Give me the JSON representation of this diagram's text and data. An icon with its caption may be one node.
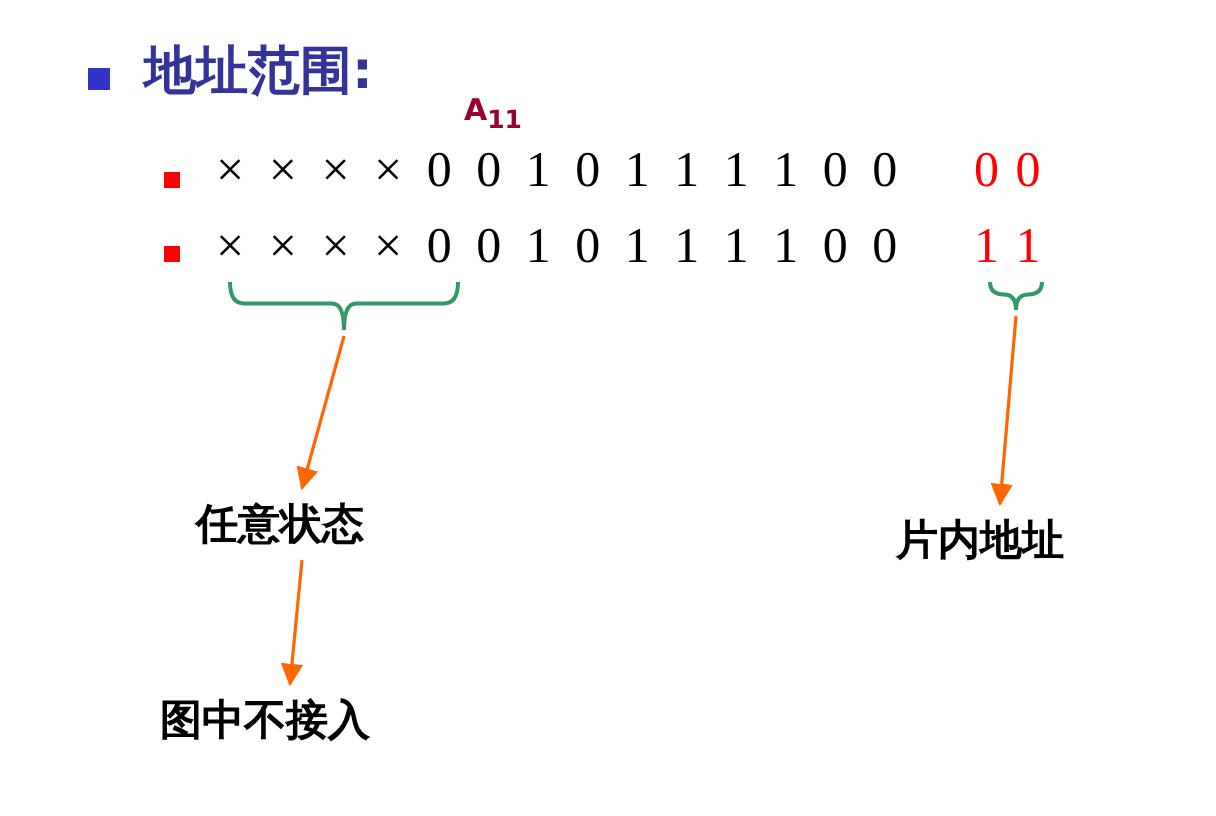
{
  "diagram": {
    "nodes": [
      {
        "text": [],
        "shape": "brace"
      },
      {
        "text": [
          "任意状态"
        ]
      },
      {
        "text": [
          "图中不接入"
        ]
      },
      {
        "text": [],
        "shape": "brace"
      },
      {
        "text": [
          "片内地址"
        ]
      }
    ],
    "edges": [
      {
        "from": 0,
        "to": 1,
        "arrow": "to"
      },
      {
        "from": 1,
        "to": 2,
        "arrow": "to"
      },
      {
        "from": 3,
        "to": 4,
        "arrow": "to"
      }
    ],
    "labels": [
      "地址范围:",
      "A$_{11}$",
      "× × × × 0 0 1 0 1 1 1 1 0 0",
      "0 0",
      "× × × × 0 0 1 0 1 1 1 1 0 0",
      "1 1"
    ]
  }
}
